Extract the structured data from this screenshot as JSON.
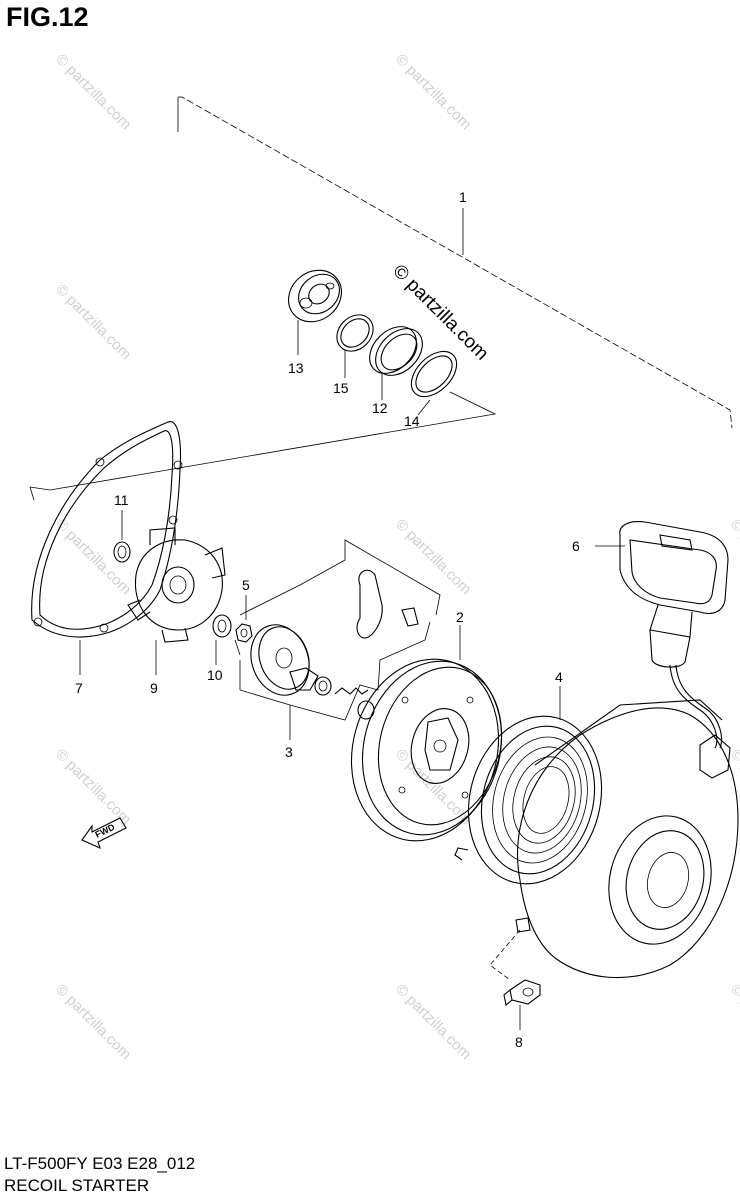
{
  "figure": {
    "title": "FIG.12",
    "model_code": "LT-F500FY E03 E28_012",
    "name": "RECOIL STARTER"
  },
  "watermark": {
    "main": "© partzilla.com",
    "repeat": "© partzilla.com"
  },
  "callouts": {
    "c1": "1",
    "c2": "2",
    "c3": "3",
    "c4": "4",
    "c5": "5",
    "c6": "6",
    "c7": "7",
    "c8": "8",
    "c9": "9",
    "c10": "10",
    "c11": "11",
    "c12": "12",
    "c13": "13",
    "c14": "14",
    "c15": "15"
  },
  "direction_arrow": "FWD"
}
